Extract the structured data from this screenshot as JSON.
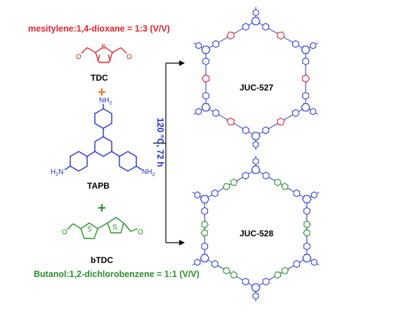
{
  "colors": {
    "red": "#e8242c",
    "blue": "#1f2fd6",
    "green": "#2c8f2c",
    "orange": "#e8741e",
    "black": "#000000"
  },
  "conditions": {
    "top": "mesitylene:1,4-dioxane = 1:3 (V/V)",
    "bottom": "Butanol:1,2-dichlorobenzene = 1:1 (V/V)"
  },
  "reaction": {
    "label": "120 °C, 72 h"
  },
  "monomers": {
    "tdc": {
      "name": "TDC"
    },
    "tapb": {
      "name": "TAPB",
      "amine_label": "NH2"
    },
    "btdc": {
      "name": "bTDC"
    }
  },
  "products": [
    {
      "name": "JUC-527"
    },
    {
      "name": "JUC-528"
    }
  ],
  "symbols": {
    "plus": "+",
    "sulfur": "S",
    "oxygen": "O",
    "nitrogen": "N",
    "amine_h": "H",
    "amine_sub": "2"
  }
}
